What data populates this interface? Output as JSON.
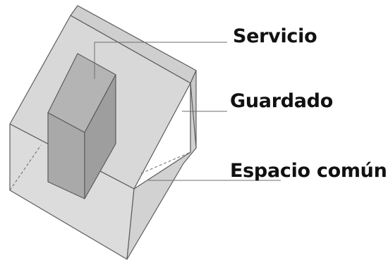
{
  "labels": {
    "servicio": "Servicio",
    "guardado": "Guardado",
    "espacio_comun": "Espacio común"
  },
  "colors": {
    "background": "#ffffff",
    "box_face_light": "#d6d6d6",
    "box_face_top": "#cfcfcf",
    "box_face_front": "#d9d9d9",
    "block_front": "#a9a9a9",
    "block_side": "#9a9a9a",
    "block_top": "#b4b4b4",
    "edge": "#5c5c5c",
    "label_text": "#111111"
  }
}
